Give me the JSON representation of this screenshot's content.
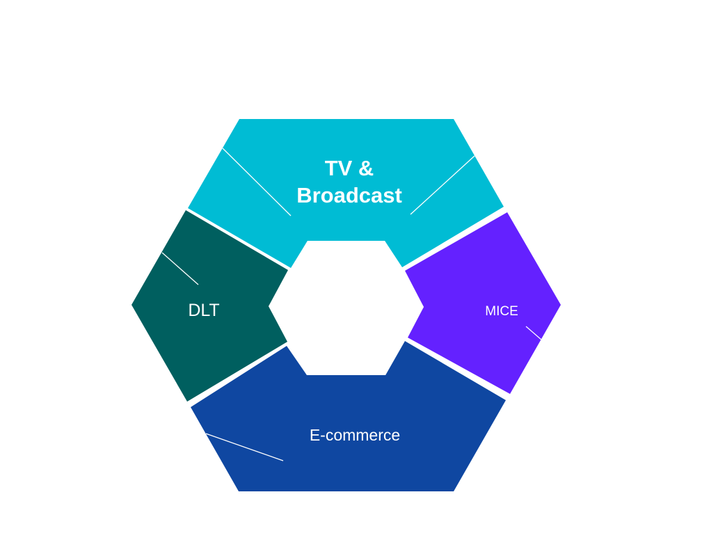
{
  "diagram": {
    "segments": [
      {
        "key": "tv",
        "line1": "TV &",
        "line2": "Broadcast",
        "color": "#00bcd4"
      },
      {
        "key": "mice",
        "label": "MICE",
        "color": "#6421ff"
      },
      {
        "key": "ecommerce",
        "label": "E-commerce",
        "color": "#0f47a1"
      },
      {
        "key": "dlt",
        "label": "DLT",
        "color": "#005f5f"
      }
    ],
    "center_color": "#ffffff"
  }
}
